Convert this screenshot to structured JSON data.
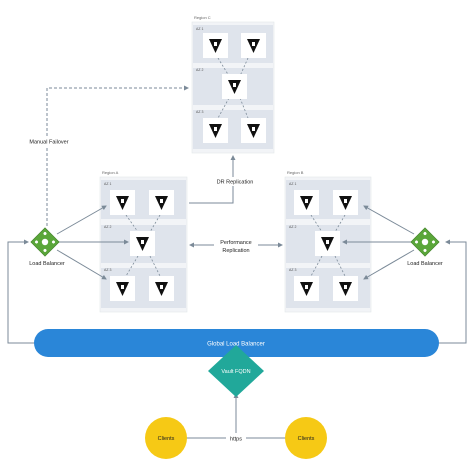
{
  "regions": {
    "c": {
      "title": "Region C",
      "az": [
        "AZ 1",
        "AZ 2",
        "AZ 3"
      ]
    },
    "a": {
      "title": "Region A",
      "az": [
        "AZ 1",
        "AZ 2",
        "AZ 3"
      ]
    },
    "b": {
      "title": "Region B",
      "az": [
        "AZ 1",
        "AZ 2",
        "AZ 3"
      ]
    }
  },
  "labels": {
    "manual_failover": "Manual Failover",
    "dr_replication": "DR Replication",
    "performance_replication_line1": "Performance",
    "performance_replication_line2": "Replication",
    "load_balancer_left": "Load Balancer",
    "load_balancer_right": "Load Balancer",
    "global_load_balancer": "Global Load Balancer",
    "vault_fqdn": "Vault FQDN",
    "https": "https",
    "client_left": "Clients",
    "client_right": "Clients"
  },
  "colors": {
    "glb_blue": "#2a86d8",
    "fqdn_teal": "#21a89a",
    "client_yellow": "#f6c915",
    "az_band": "#dfe4ec",
    "lb_green": "#5aa639",
    "connector": "#7b8a98"
  },
  "icons": {
    "vault_node": "vault-triangle-icon",
    "load_balancer": "load-balancer-diamond-icon"
  }
}
